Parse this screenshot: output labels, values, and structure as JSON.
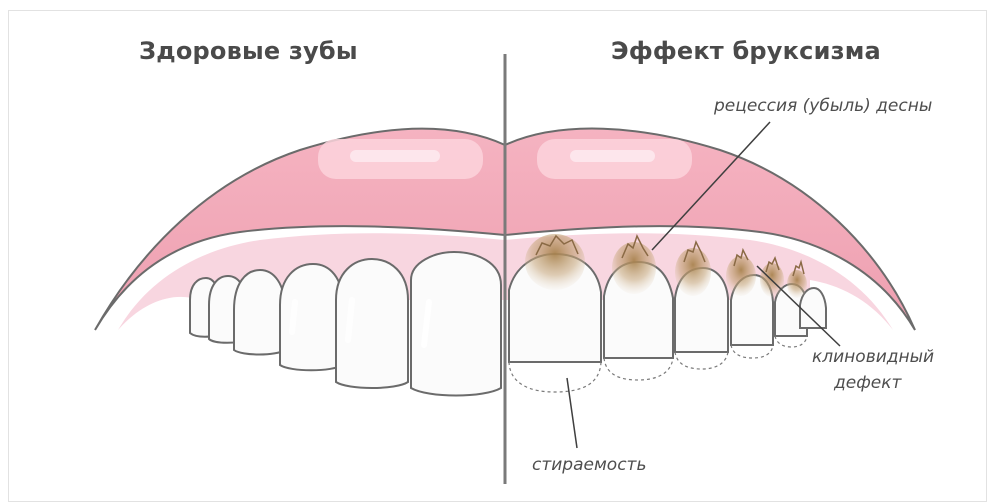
{
  "titles": {
    "healthy": "Здоровые зубы",
    "bruxism": "Эффект бруксизма"
  },
  "labels": {
    "gum_recession": "рецессия (убыль) десны",
    "wedge_defect_line1": "клиновидный",
    "wedge_defect_line2": "дефект",
    "abrasion": "стираемость"
  },
  "colors": {
    "lip": "#f2a9b8",
    "lip_highlight": "#fbd3dc",
    "gum": "#f8d6e0",
    "tooth": "#fbfbfb",
    "outline": "#6b6b6b",
    "plaque": "#b58c5a",
    "text": "#4a4a4a"
  }
}
